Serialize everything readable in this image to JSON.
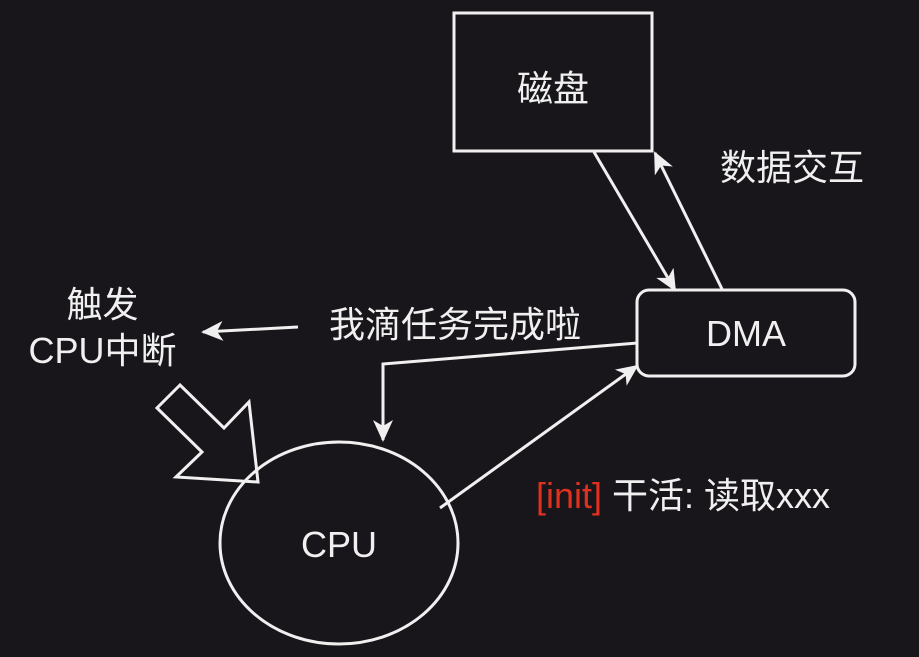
{
  "diagram": {
    "type": "flow",
    "colors": {
      "background": "#18161b",
      "stroke": "#f0f0f0",
      "text": "#f0f0f0",
      "tag": "#e0301e"
    },
    "nodes": {
      "disk": {
        "label": "磁盘",
        "shape": "rectangle"
      },
      "dma": {
        "label": "DMA",
        "shape": "rounded-rectangle"
      },
      "cpu": {
        "label": "CPU",
        "shape": "ellipse"
      }
    },
    "edges": [
      {
        "from": "disk",
        "to": "dma",
        "label": ""
      },
      {
        "from": "dma",
        "to": "disk",
        "label": "数据交互"
      },
      {
        "from": "cpu",
        "to": "dma",
        "label": "[init] 干活: 读取xxx"
      },
      {
        "from": "dma",
        "to": "cpu",
        "label": "我滴任务完成啦"
      },
      {
        "from": "dma-message",
        "to": "interrupt-note",
        "label": ""
      },
      {
        "from": "interrupt-note",
        "to": "cpu",
        "label": "",
        "style": "block-arrow"
      }
    ],
    "labels": {
      "data_exchange": "数据交互",
      "task_done": "我滴任务完成啦",
      "interrupt_line1": "触发",
      "interrupt_line2": "CPU中断",
      "init_tag": "[init]",
      "init_text": " 干活: 读取xxx"
    }
  }
}
